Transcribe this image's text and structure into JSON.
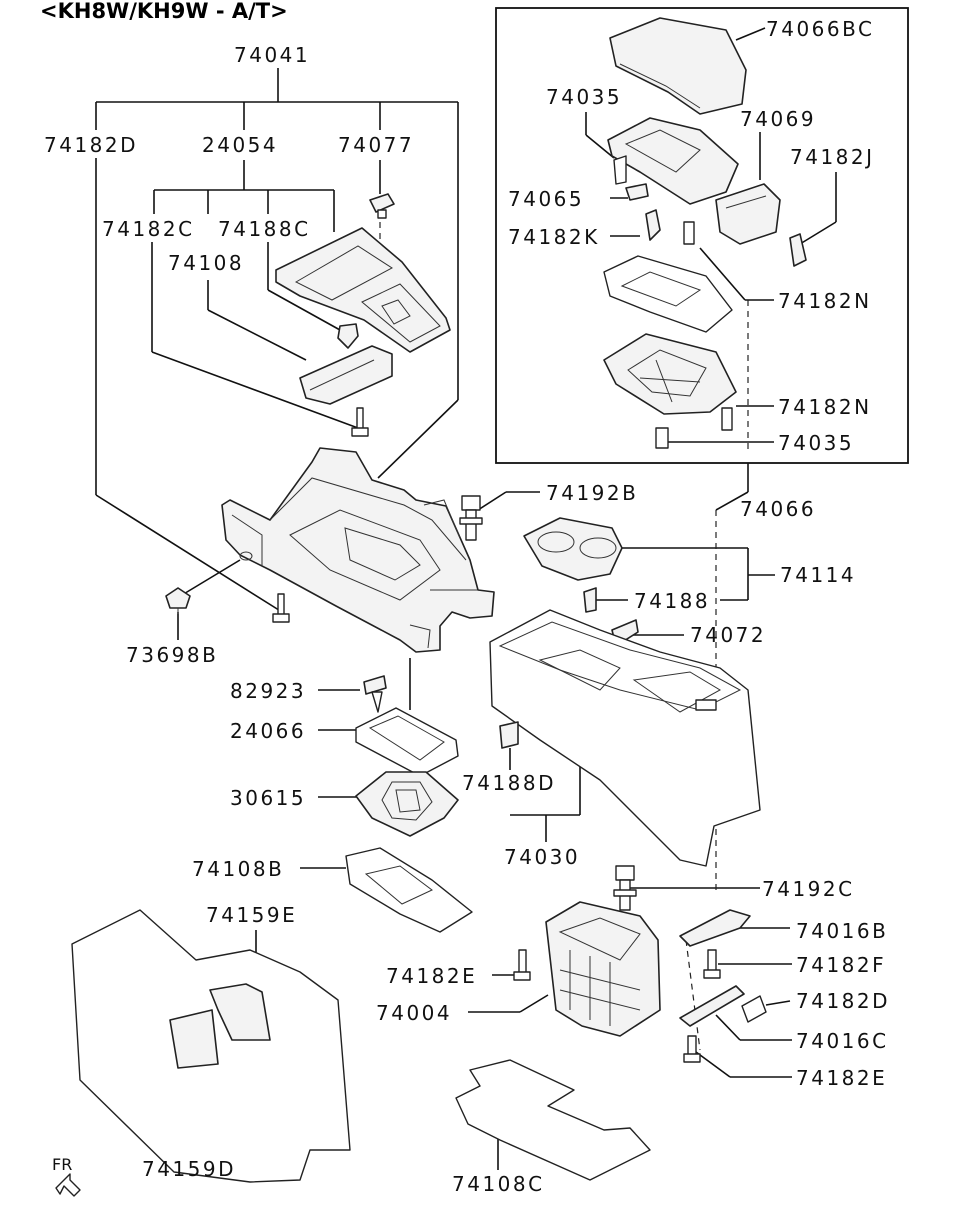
{
  "title": "<KH8W/KH9W - A/T>",
  "orientation_mark": "FR",
  "parts": {
    "p74041": "74041",
    "p74182D": "74182D",
    "p24054": "24054",
    "p74077": "74077",
    "p74182C": "74182C",
    "p74188C": "74188C",
    "p74108": "74108",
    "p74066BC": "74066BC",
    "p74035a": "74035",
    "p74069": "74069",
    "p74182J": "74182J",
    "p74065": "74065",
    "p74182K": "74182K",
    "p74182Na": "74182N",
    "p74182Nb": "74182N",
    "p74035b": "74035",
    "p74066": "74066",
    "p74192B": "74192B",
    "p74114": "74114",
    "p74188": "74188",
    "p74072": "74072",
    "p73698B": "73698B",
    "p82923": "82923",
    "p24066": "24066",
    "p30615": "30615",
    "p74188D": "74188D",
    "p74030": "74030",
    "p74108B": "74108B",
    "p74192C": "74192C",
    "p74159E": "74159E",
    "p74016B": "74016B",
    "p74182F": "74182F",
    "p74182Ea": "74182E",
    "p74182Dr": "74182D",
    "p74004": "74004",
    "p74016C": "74016C",
    "p74182Eb": "74182E",
    "p74159D": "74159D",
    "p74108C": "74108C"
  }
}
